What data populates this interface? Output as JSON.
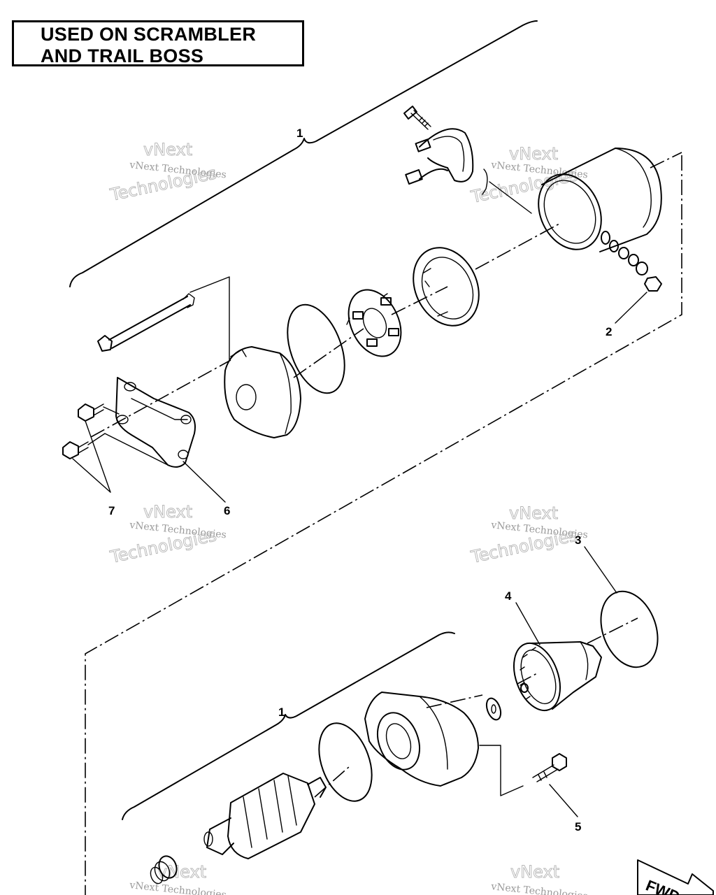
{
  "title": {
    "line1": "USED ON SCRAMBLER",
    "line2": "AND TRAIL BOSS"
  },
  "callouts": {
    "c1_top": "1",
    "c2": "2",
    "c3": "3",
    "c4": "4",
    "c5": "5",
    "c6": "6",
    "c7": "7",
    "c1_bottom": "1"
  },
  "direction_label": "FWD",
  "watermark": {
    "small": "vNext Technologies",
    "big1": "vNext",
    "big2": "Technologies"
  }
}
